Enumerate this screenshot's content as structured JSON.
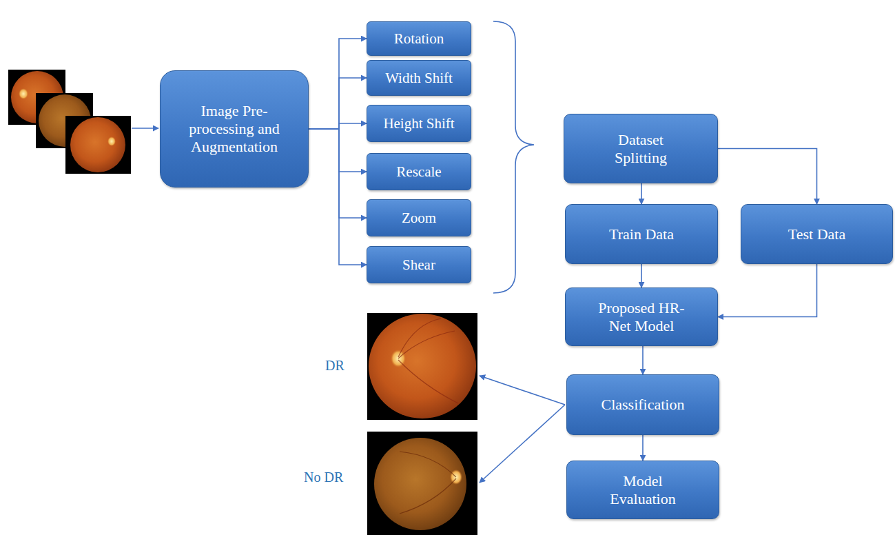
{
  "diagram": {
    "nodes": [
      {
        "text": [
          "Image Pre-processing and Augmentation"
        ]
      },
      {
        "text": [
          "Rotation"
        ]
      },
      {
        "text": [
          "Width Shift"
        ]
      },
      {
        "text": [
          "Height Shift"
        ]
      },
      {
        "text": [
          "Rescale"
        ]
      },
      {
        "text": [
          "Zoom"
        ]
      },
      {
        "text": [
          "Shear"
        ]
      },
      {
        "text": [
          "Dataset Splitting"
        ]
      },
      {
        "text": [
          "Train Data"
        ]
      },
      {
        "text": [
          "Test Data"
        ]
      },
      {
        "text": [
          "Proposed HR-Net Model"
        ]
      },
      {
        "text": [
          "Classification"
        ]
      },
      {
        "text": [
          "Model Evaluation"
        ]
      }
    ],
    "edges": [
      {
        "from": 0,
        "to": 1,
        "arrow": "to"
      },
      {
        "from": 0,
        "to": 2,
        "arrow": "to"
      },
      {
        "from": 0,
        "to": 3,
        "arrow": "to"
      },
      {
        "from": 0,
        "to": 4,
        "arrow": "to"
      },
      {
        "from": 0,
        "to": 5,
        "arrow": "to"
      },
      {
        "from": 0,
        "to": 6,
        "arrow": "to"
      },
      {
        "from": 7,
        "to": 8,
        "arrow": "to"
      },
      {
        "from": 7,
        "to": 9,
        "arrow": "to"
      },
      {
        "from": 8,
        "to": 10,
        "arrow": "to"
      },
      {
        "from": 9,
        "to": 10,
        "arrow": "to"
      },
      {
        "from": 10,
        "to": 11,
        "arrow": "to"
      },
      {
        "from": 11,
        "to": 12,
        "arrow": "to"
      }
    ],
    "labels": [
      "DR",
      "No DR"
    ]
  }
}
